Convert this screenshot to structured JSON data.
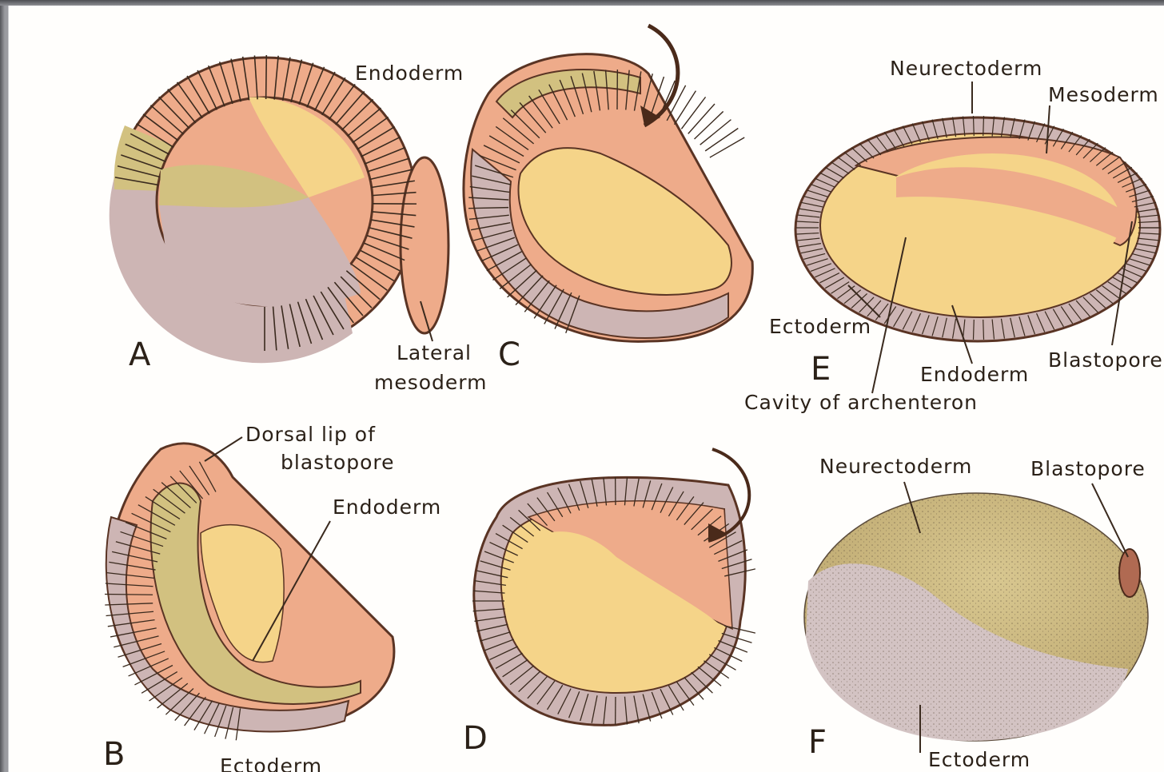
{
  "panels": {
    "A": {
      "letter": "A",
      "endoderm": "Endoderm",
      "lateral": "Lateral",
      "mesoderm": "mesoderm"
    },
    "B": {
      "letter": "B",
      "dorsal_lip": "Dorsal lip of",
      "blastopore": "blastopore",
      "endoderm": "Endoderm",
      "ectoderm": "Ectoderm"
    },
    "C": {
      "letter": "C"
    },
    "D": {
      "letter": "D"
    },
    "E": {
      "letter": "E",
      "neurectoderm": "Neurectoderm",
      "mesoderm": "Mesoderm",
      "ectoderm": "Ectoderm",
      "endoderm": "Endoderm",
      "blastopore": "Blastopore",
      "cavity": "Cavity of archenteron"
    },
    "F": {
      "letter": "F",
      "neurectoderm": "Neurectoderm",
      "blastopore": "Blastopore",
      "ectoderm": "Ectoderm"
    }
  },
  "colors": {
    "ectoderm": "#cdb5b4",
    "endoderm_salmon": "#eeab8a",
    "yolk": "#f5d489",
    "mesoderm_olive": "#d2c180",
    "outline": "#5a3424"
  }
}
